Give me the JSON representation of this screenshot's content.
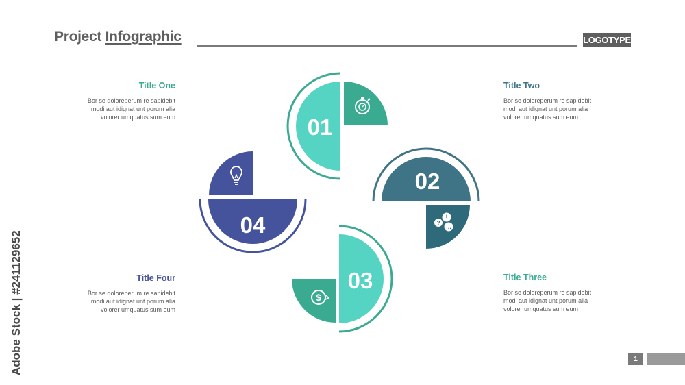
{
  "header": {
    "title_prefix": "Project",
    "title_highlight": "Infographic",
    "logotype": "LOGOTYPE"
  },
  "colors": {
    "teal_light": "#55d4c3",
    "teal_mid": "#3aaa91",
    "slate_blue": "#3e7486",
    "navy_blue": "#44539b",
    "text_gray": "#5a5a5a"
  },
  "steps": [
    {
      "number": "01",
      "title": "Title One",
      "text": [
        "Bor se doloreperum re sapidebit",
        "modi aut idignat unt porum alia",
        "volorer umquatus sum eum"
      ],
      "icon": "stopwatch-icon",
      "title_color": "#3aaa91"
    },
    {
      "number": "02",
      "title": "Title Two",
      "text": [
        "Bor se doloreperum re sapidebit",
        "modi aut idignat unt porum alia",
        "volorer umquatus sum eum"
      ],
      "icon": "chat-bubbles-icon",
      "title_color": "#3e7486"
    },
    {
      "number": "03",
      "title": "Title Three",
      "text": [
        "Bor se doloreperum re sapidebit",
        "modi aut idignat unt porum alia",
        "volorer umquatus sum eum"
      ],
      "icon": "dollar-cycle-icon",
      "title_color": "#3aaa91"
    },
    {
      "number": "04",
      "title": "Title Four",
      "text": [
        "Bor se doloreperum re sapidebit",
        "modi aut idignat unt porum alia",
        "volorer umquatus sum eum"
      ],
      "icon": "lightbulb-icon",
      "title_color": "#44539b"
    }
  ],
  "footer": {
    "page_number": "1"
  },
  "watermark": {
    "text": "Adobe Stock | #241129652"
  }
}
